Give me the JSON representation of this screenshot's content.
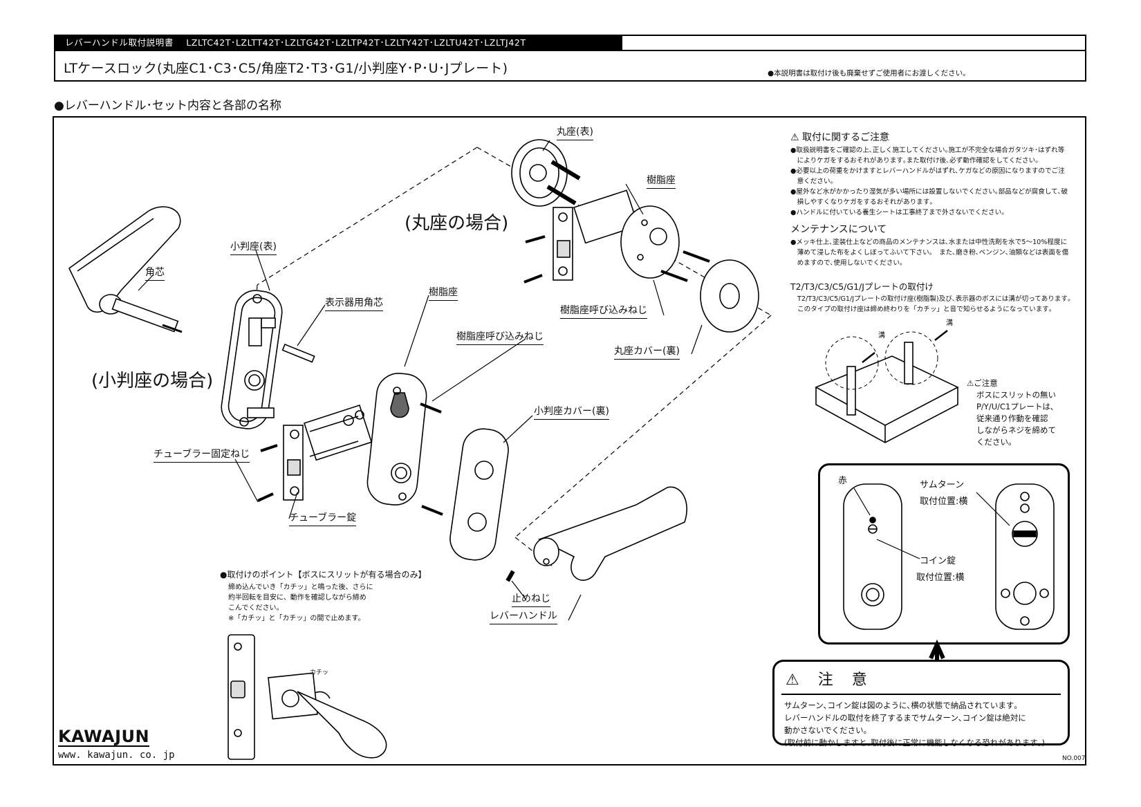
{
  "header": {
    "bar": "レバーハンドル取付説明書    LZLTC42T･LZLTT42T･LZLTG42T･LZLTP42T･LZLTY42T･LZLTU42T･LZLTJ42T",
    "title": "LTケースロック(丸座C1･C3･C5/角座T2･T3･G1/小判座Y･P･U･Jプレート)",
    "note": "●本説明書は取付け後も廃棄せずご使用者にお渡しください。"
  },
  "section_title": "●レバーハンドル･セット内容と各部の名称",
  "labels": {
    "marumaza_omote": "丸座(表)",
    "jushiza_top": "樹脂座",
    "marumaza_case": "(丸座の場合)",
    "jushiza_yobikomi_top": "樹脂座呼び込みねじ",
    "marumaza_cover": "丸座カバー(裏)",
    "koban_omote": "小判座(表)",
    "kakushin": "角芯",
    "hyojiki": "表示器用角芯",
    "jushiza_mid": "樹脂座",
    "jushiza_yobikomi_mid": "樹脂座呼び込みねじ",
    "koban_case": "(小判座の場合)",
    "koban_cover": "小判座カバー(裏)",
    "tube_neji": "チューブラー固定ねじ",
    "tube_jo": "チューブラー錠",
    "tome_neji": "止めねじ",
    "lever": "レバーハンドル"
  },
  "point": {
    "title": "●取付けのポイント【ボスにスリットが有る場合のみ】",
    "lines": [
      "締め込んでいき「カチッ」と鳴った後、さらに",
      "約半回転を目安に、動作を確認しながら締め",
      "こんでください。",
      "※「カチッ」と「カチッ」の間で止めます。"
    ],
    "click": "カチッ"
  },
  "caution": {
    "title": "⚠ 取付に関するご注意",
    "items": [
      "●取扱説明書をご確認の上､正しく施工してください｡施工が不完全な場合ガタツキ･はずれ等",
      "　によりケガをするおそれがあります｡また取付け後､必ず動作確認をしてください｡",
      "●必要以上の荷重をかけますとレバーハンドルがはずれ､ケガなどの原因になりますのでご注",
      "　意ください｡",
      "●屋外など水がかかったり湿気が多い場所には設置しないでください｡部品などが腐食して､破",
      "　損しやすくなりケガをするおそれがあります｡",
      "●ハンドルに付いている養生シートは工事終了まで外さないでください｡"
    ],
    "maint_title": "メンテナンスについて",
    "maint": [
      "●メッキ仕上､塗装仕上などの商品のメンテナンスは､水または中性洗剤を水で5～10%程度に",
      "　薄めて浸した布をよくしぼってふいて下さい｡　また､磨き粉､ベンジン､油類などは表面を傷",
      "　めますので､使用しないでください｡"
    ],
    "plate_title": "T2/T3/C3/C5/G1/Jプレートの取付け",
    "plate": [
      "T2/T3/C3/C5/G1/Jプレートの取付け座(樹脂製)及び､表示器のボスには溝が切ってあります｡",
      "このタイプの取付け座は締め終わりを「カチッ」と音で知らせるようになっています｡"
    ],
    "groove": "溝",
    "note_title": "⚠ご注意",
    "note_lines": [
      "ボスにスリットの無い",
      "P/Y/U/C1プレートは､",
      "従来通り作動を確認",
      "しながらネジを締めて",
      "ください｡"
    ]
  },
  "detail": {
    "red": "赤",
    "thumbturn": "サムターン",
    "thumb_pos": "取付位置:横",
    "coin": "コイン錠",
    "coin_pos": "取付位置:横"
  },
  "attention": {
    "title": "注 意",
    "lines": [
      "サムターン､コイン錠は図のように､横の状態で納品されています｡",
      "レバーハンドルの取付を終了するまでサムターン､コイン錠は絶対に",
      "動かさないでください｡",
      "(取付前に動かしますと､取付後に正常に機能しなくなる恐れがあります｡)"
    ]
  },
  "footer": {
    "brand": "KAWAJUN",
    "url": "www. kawajun. co. jp",
    "docno": "NO.007"
  }
}
